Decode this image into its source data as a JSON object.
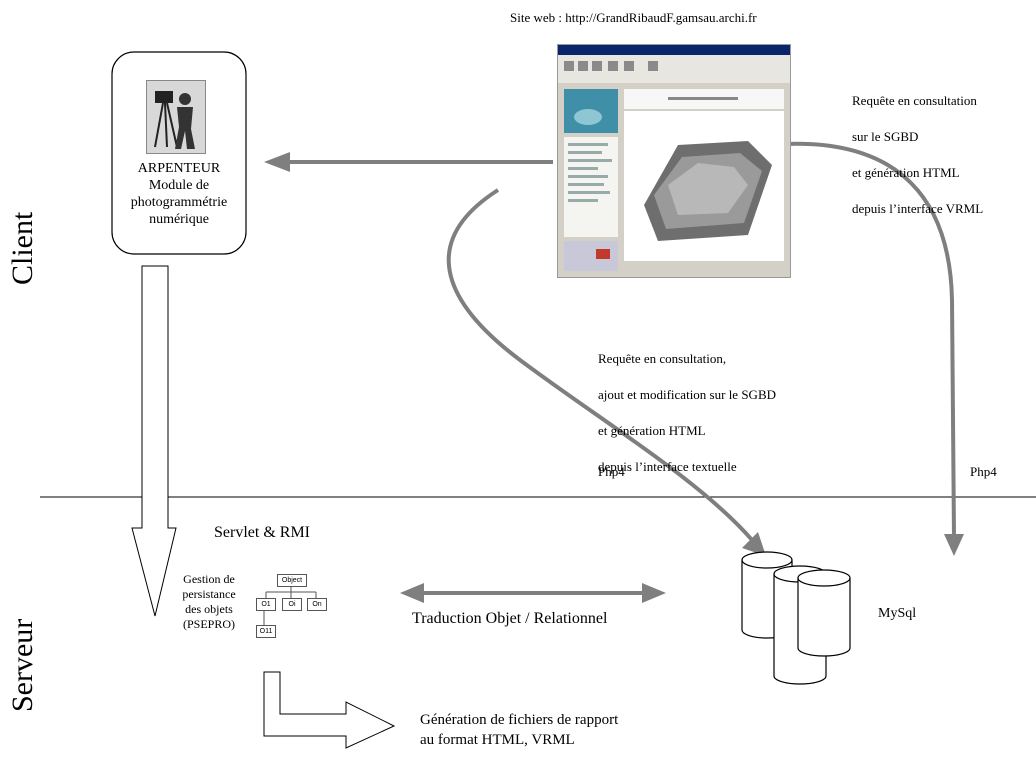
{
  "website_label": "Site web : http://GrandRibaudF.gamsau.archi.fr",
  "zones": {
    "client": "Client",
    "serveur": "Serveur"
  },
  "arpenteur": {
    "lines": [
      "ARPENTEUR",
      "Module de",
      "photogrammétrie",
      "numérique"
    ]
  },
  "vrml_request": {
    "lines": [
      "Requête en consultation",
      "sur le SGBD",
      "et génération HTML",
      "depuis l’interface VRML"
    ]
  },
  "text_request": {
    "lines": [
      "Requête en consultation,",
      "ajout et modification sur le SGBD",
      "et génération HTML",
      "depuis l’interface textuelle"
    ]
  },
  "php_left": "Php4",
  "php_right": "Php4",
  "servlet": "Servlet & RMI",
  "persistance": {
    "lines": [
      "Gestion de",
      "persistance",
      "des objets",
      "(PSEPRO)"
    ]
  },
  "object_tree": {
    "root": "Object",
    "children": [
      "O1",
      "Oi",
      "On"
    ],
    "leaf": "O11"
  },
  "translation": "Traduction Objet / Relationnel",
  "database": "MySql",
  "report": {
    "lines": [
      "Génération de fichiers de rapport",
      "au format HTML, VRML"
    ]
  },
  "colors": {
    "arrow_gray": "#7f7f7f",
    "line": "#000000"
  }
}
